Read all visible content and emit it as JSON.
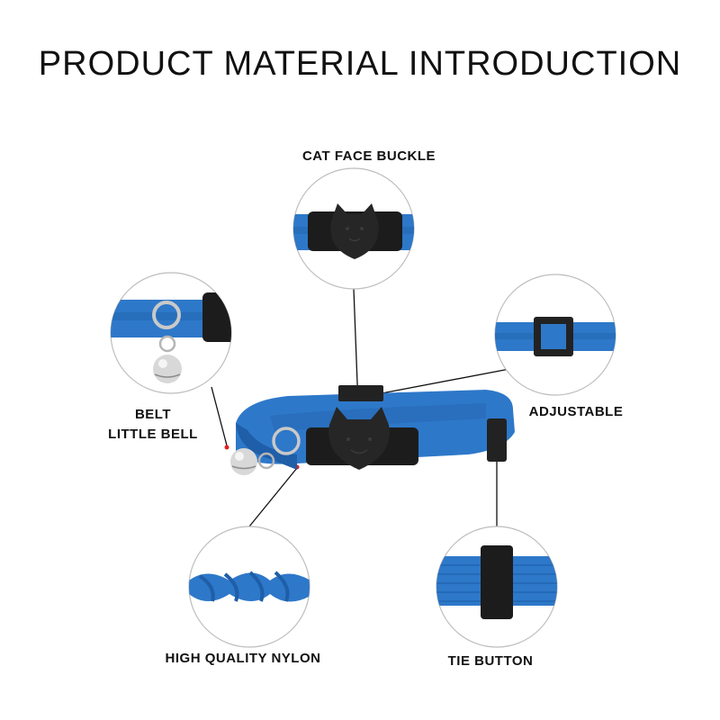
{
  "title": "PRODUCT MATERIAL INTRODUCTION",
  "labels": {
    "cat_face_buckle": "CAT FACE BUCKLE",
    "belt": "BELT",
    "little_bell": "LITTLE BELL",
    "adjustable": "ADJUSTABLE",
    "high_quality_nylon": "HIGH QUALITY NYLON",
    "tie_button": "TIE BUTTON"
  },
  "colors": {
    "strap_blue": "#2e78c9",
    "strap_dark": "#1f5ea8",
    "buckle_black": "#222222",
    "circle_border": "#bdbdbd",
    "pointer_dot": "#e02020",
    "metal": "#c9c9c9"
  }
}
